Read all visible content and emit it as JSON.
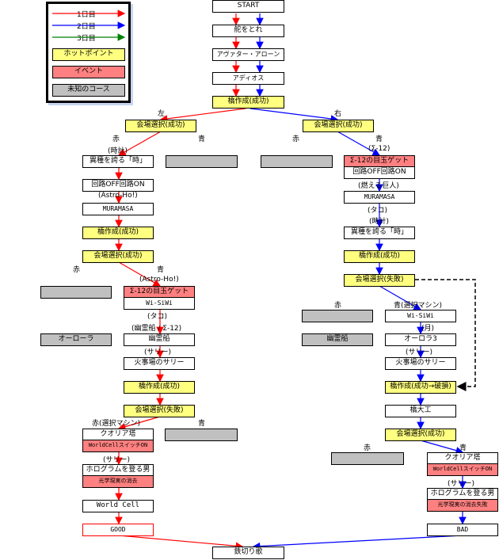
{
  "legend": {
    "day1": "1日目",
    "day2": "2日目",
    "day3": "3日目",
    "hotpoint": "ホットポイント",
    "event": "イベント",
    "unknown": "未知のコース"
  },
  "colors": {
    "day1": "#ff0000",
    "day2": "#0000ff",
    "day3": "#008000",
    "hotpoint": "#ffff80",
    "event": "#ff8080",
    "unknown": "#c0c0c0"
  },
  "trunk": [
    "START",
    "舵をとれ",
    "アヴァター・アローン",
    "アディオス",
    "橋作成(成功)"
  ],
  "labels": {
    "left": "左",
    "right": "右",
    "red": "赤",
    "blue": "青",
    "red_machine": "赤(選択マシン)",
    "blue_machine": "青(選択マシン)"
  },
  "left": {
    "venue1": "会場選択(成功)",
    "clock": "(時計)",
    "pride": "異種を誇る「時」",
    "circuit": "回路OFF回路ON",
    "astro1": "(Astro-Ho!)",
    "muramasa": "MURAMASA",
    "bridge1": "橋作成(成功)",
    "venue2": "会場選択(成功)",
    "astro2": "(Astro-Ho!)",
    "sigma_event": "Σ-12の目玉ゲット",
    "wisiwi": "Wi-SiWi",
    "tako": "(タコ)",
    "ghost_sigma": "(幽霊船 / Σ-12)",
    "aurora_unknown": "オーローラ",
    "ghost": "幽霊船",
    "sally1": "(サリー)",
    "fire": "火事場のサリー",
    "bridge2": "橋作成(成功)",
    "venue3": "会場選択(失敗)",
    "qualia": "クオリア塔",
    "wc_switch": "WorldCellスイッチON",
    "sally2": "(サリー)",
    "hologram": "ホログラムを登る男",
    "erase": "光学現実の消去",
    "worldcell": "World Cell",
    "good": "GOOD"
  },
  "right": {
    "venue1": "会場選択(成功)",
    "sigma_paren": "(Σ-12)",
    "sigma_event": "Σ-12の目玉ゲット",
    "circuit": "回路OFF回路ON",
    "giant": "(燃える巨人)",
    "muramasa": "MURAMASA",
    "tako": "(タコ)",
    "clock": "(時計)",
    "pride": "異種を誇る「時」",
    "bridge1": "橋作成(成功)",
    "venue2": "会場選択(失敗)",
    "wisiwi": "Wi-SiWi",
    "moon": "(月)",
    "ghost_unknown": "幽霊船",
    "aurora3": "オーロラ3",
    "sally1": "(サリー)",
    "fire": "火事場のサリー",
    "bridge2": "橋作成(成功→破損)",
    "carpenter": "橋大工",
    "venue3": "会場選択(成功)",
    "qualia": "クオリア塔",
    "wc_switch": "WorldCellスイッチON",
    "sally2": "(サリー)",
    "hologram": "ホログラムを登る男",
    "erase_fail": "光学現実の消去失敗",
    "bad": "BAD"
  },
  "ending": "鉄切り歌"
}
